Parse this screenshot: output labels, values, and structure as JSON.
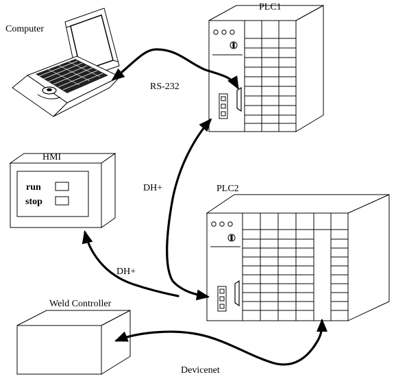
{
  "labels": {
    "computer": "Computer",
    "plc1": "PLC1",
    "plc2": "PLC2",
    "hmi": "HMI",
    "hmi_run": "run",
    "hmi_stop": "stop",
    "weld_controller": "Weld Controller",
    "rs232": "RS-232",
    "dh_plus_1": "DH+",
    "dh_plus_2": "DH+",
    "devicenet": "Devicenet"
  },
  "colors": {
    "line": "#000000",
    "background": "#ffffff"
  }
}
